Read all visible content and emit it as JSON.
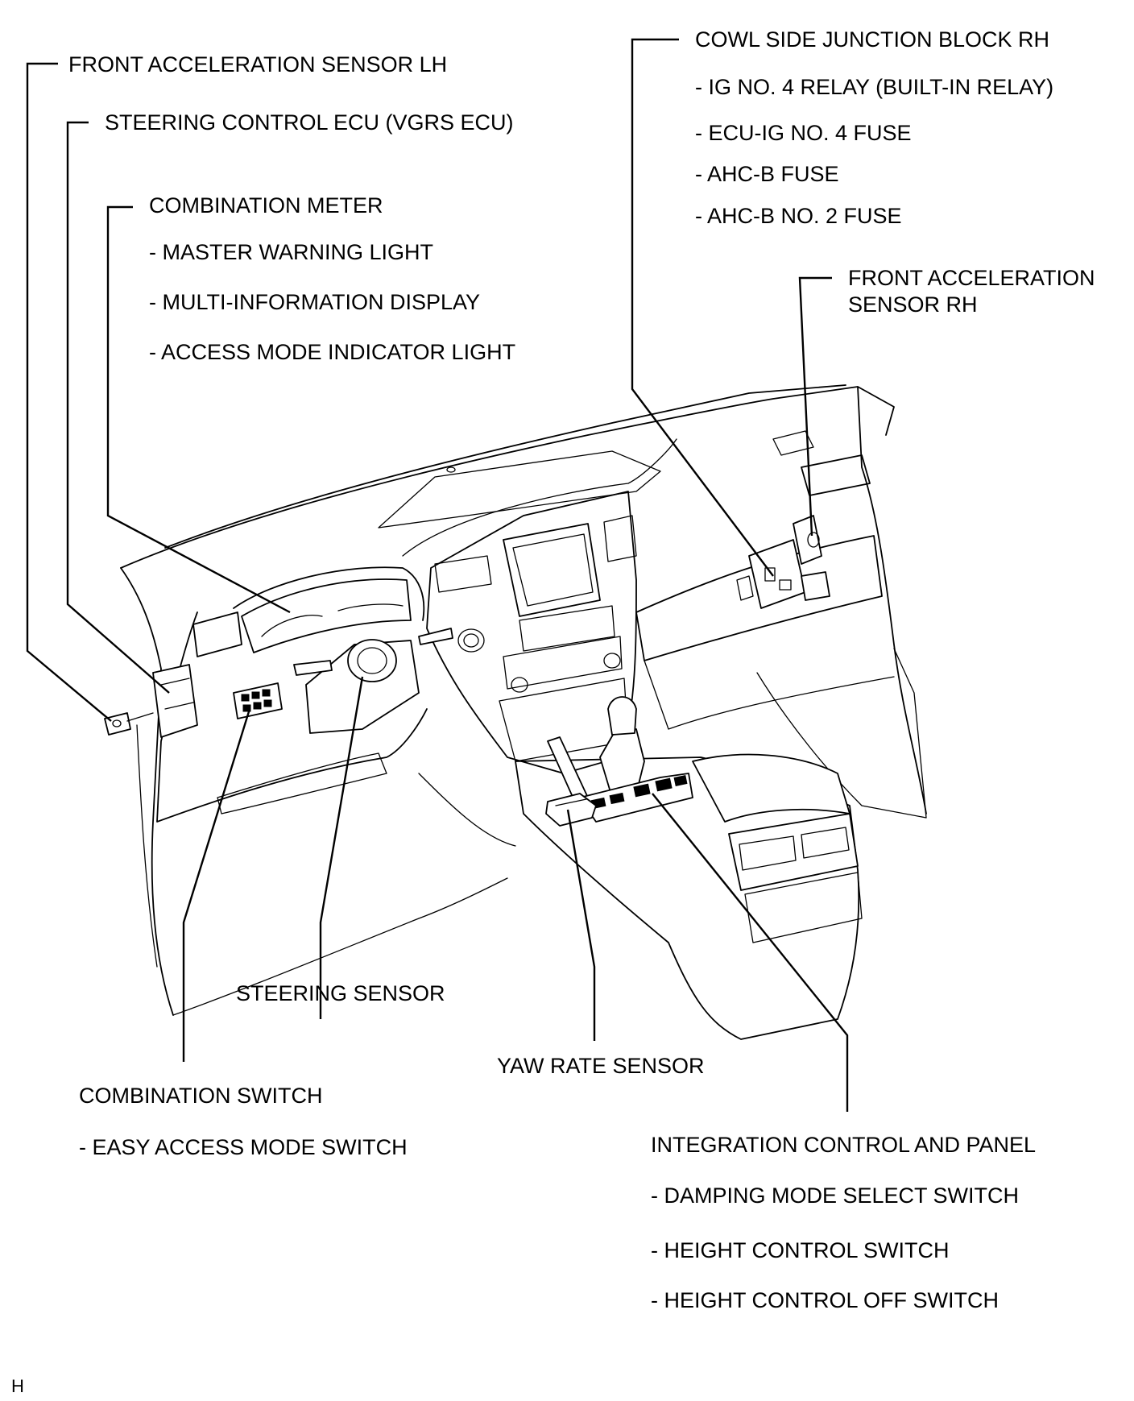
{
  "labels": {
    "front_accel_lh": "FRONT ACCELERATION SENSOR LH",
    "steering_ecu": "STEERING CONTROL ECU (VGRS ECU)",
    "combination_meter": {
      "title": "COMBINATION METER",
      "items": [
        "- MASTER WARNING LIGHT",
        "- MULTI-INFORMATION DISPLAY",
        "- ACCESS MODE INDICATOR LIGHT"
      ]
    },
    "cowl_side_jb": {
      "title": "COWL SIDE JUNCTION BLOCK RH",
      "items": [
        "- IG NO. 4 RELAY (BUILT-IN RELAY)",
        "- ECU-IG NO. 4 FUSE",
        "- AHC-B FUSE",
        "- AHC-B NO. 2 FUSE"
      ]
    },
    "front_accel_rh": [
      "FRONT ACCELERATION",
      "SENSOR RH"
    ],
    "steering_sensor": "STEERING SENSOR",
    "yaw_rate_sensor": "YAW RATE SENSOR",
    "combination_switch": {
      "title": "COMBINATION SWITCH",
      "items": [
        "- EASY ACCESS MODE SWITCH"
      ]
    },
    "integration_control": {
      "title": "INTEGRATION CONTROL AND PANEL",
      "items": [
        "- DAMPING MODE SELECT SWITCH",
        "- HEIGHT CONTROL SWITCH",
        "- HEIGHT CONTROL OFF SWITCH"
      ]
    }
  },
  "figure_code": "H"
}
